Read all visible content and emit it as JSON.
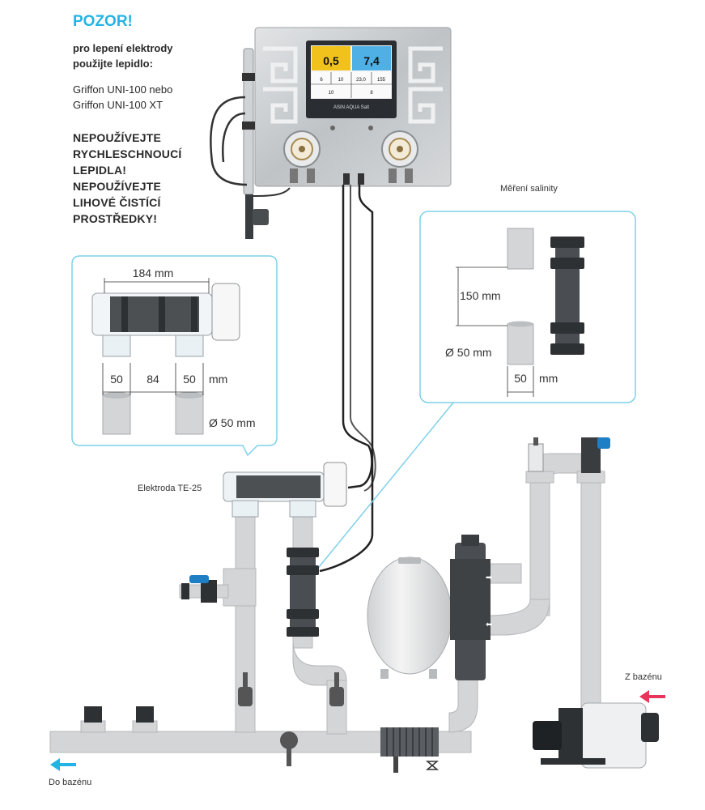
{
  "warning": {
    "title": "POZOR!",
    "intro_line1": "pro lepení elektrody",
    "intro_line2": "použijte lepidlo:",
    "glue_line1": "Griffon UNI-100 nebo",
    "glue_line2": "Griffon UNI-100 XT",
    "caps_lines": [
      "NEPOUŽÍVEJTE",
      "RYCHLESCHNOUCÍ",
      "LEPIDLA!",
      "NEPOUŽÍVEJTE",
      "LIHOVÉ ČISTÍCÍ",
      "PROSTŘEDKY!"
    ]
  },
  "device": {
    "brand": "ASIN AQUA Salt",
    "display": {
      "value_left": "0,5",
      "value_right": "7,4",
      "small_values": [
        "6",
        "10",
        "23,0",
        "155"
      ],
      "status_values": [
        "10",
        "8"
      ]
    },
    "colors": {
      "left_panel": "#f1c21b",
      "right_panel": "#4fb0e6",
      "body": "#c9ccce",
      "screen": "#1e2226"
    }
  },
  "electrode_callout": {
    "length": "184 mm",
    "spacing": [
      "50",
      "84",
      "50"
    ],
    "spacing_unit": "mm",
    "diameter": "Ø 50 mm"
  },
  "salinity_callout": {
    "title": "Měření salinity",
    "height": "150 mm",
    "diameter": "Ø 50 mm",
    "width": "50",
    "width_unit": "mm"
  },
  "labels": {
    "electrode": "Elektroda TE-25",
    "from_pool": "Z bazénu",
    "to_pool": "Do bazénu"
  },
  "colors": {
    "accent": "#23b4e6",
    "callout_border": "#7fd0ea",
    "pipe": "#d3d5d7",
    "arrow_in": "#e8335a",
    "arrow_out": "#23b4e6"
  }
}
